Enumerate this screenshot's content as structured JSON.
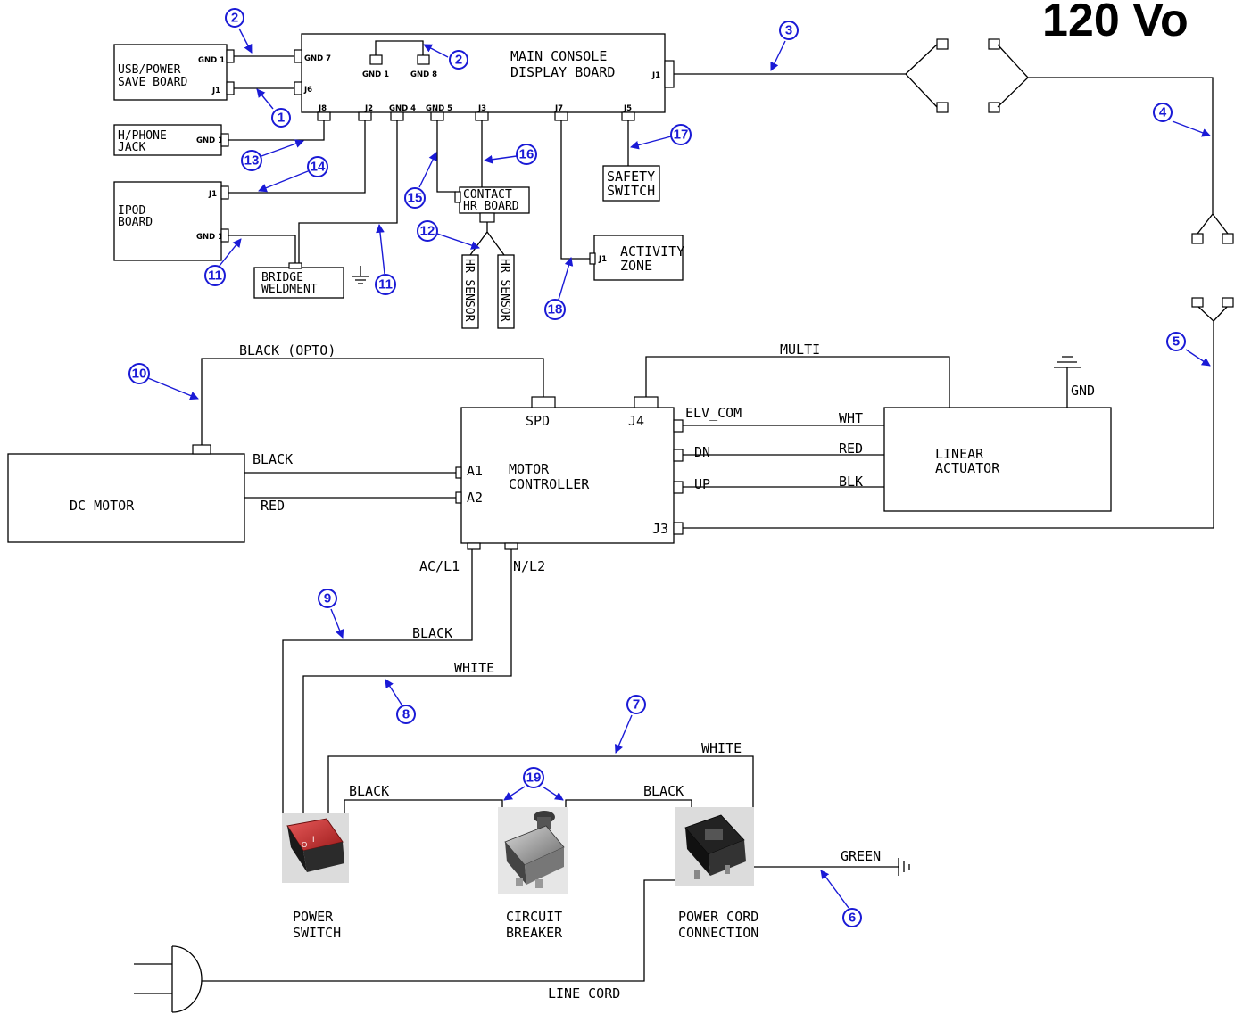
{
  "title": "120 Vo",
  "boards": {
    "usb_power": [
      "USB/POWER",
      "SAVE BOARD"
    ],
    "usb_pins": {
      "gnd1": "GND 1",
      "j1": "J1"
    },
    "main_console": [
      "MAIN CONSOLE",
      "DISPLAY BOARD"
    ],
    "main_pins": {
      "gnd7": "GND 7",
      "j6": "J6",
      "gnd1": "GND 1",
      "gnd8": "GND 8",
      "j1": "J1",
      "j8": "J8",
      "j2": "J2",
      "gnd4": "GND 4",
      "gnd5": "GND 5",
      "j3": "J3",
      "j7": "J7",
      "j5": "J5"
    },
    "headphone": [
      "H/PHONE",
      "JACK"
    ],
    "headphone_pin": "GND 1",
    "ipod": [
      "IPOD",
      "BOARD"
    ],
    "ipod_pins": {
      "j1": "J1",
      "gnd1": "GND 1"
    },
    "bridge": [
      "BRIDGE",
      "WELDMENT"
    ],
    "contact_hr": [
      "CONTACT",
      "HR BOARD"
    ],
    "hr_sensor": "HR SENSOR",
    "safety_switch": [
      "SAFETY",
      "SWITCH"
    ],
    "activity_zone": [
      "ACTIVITY",
      "ZONE"
    ],
    "activity_pin": "J1"
  },
  "lower": {
    "dc_motor": "DC MOTOR",
    "motor_controller": [
      "MOTOR",
      "CONTROLLER"
    ],
    "linear_actuator": [
      "LINEAR",
      "ACTUATOR"
    ],
    "mc_pins": {
      "spd": "SPD",
      "j4": "J4",
      "a1": "A1",
      "a2": "A2",
      "elv": "ELV_COM",
      "dn": "DN",
      "up": "UP",
      "j3": "J3",
      "acl1": "AC/L1",
      "nl2": "N/L2"
    },
    "wires": {
      "black_opto": "BLACK (OPTO)",
      "multi": "MULTI",
      "gnd": "GND",
      "black": "BLACK",
      "red": "RED",
      "wht": "WHT",
      "red2": "RED",
      "blk": "BLK",
      "black9": "BLACK",
      "white8": "WHITE",
      "white7": "WHITE",
      "black_left": "BLACK",
      "black_right": "BLACK",
      "green": "GREEN",
      "line_cord": "LINE CORD"
    },
    "components": {
      "power_switch": [
        "POWER",
        "SWITCH"
      ],
      "circuit_breaker": [
        "CIRCUIT",
        "BREAKER"
      ],
      "power_cord": [
        "POWER CORD",
        "CONNECTION"
      ]
    }
  },
  "callouts": [
    "1",
    "2",
    "2",
    "3",
    "4",
    "5",
    "6",
    "7",
    "8",
    "9",
    "10",
    "11",
    "11",
    "12",
    "13",
    "14",
    "15",
    "16",
    "17",
    "18",
    "19"
  ],
  "colors": {
    "callout": "#1a1ad6",
    "switch_red": "#c62828",
    "line": "#000000"
  }
}
